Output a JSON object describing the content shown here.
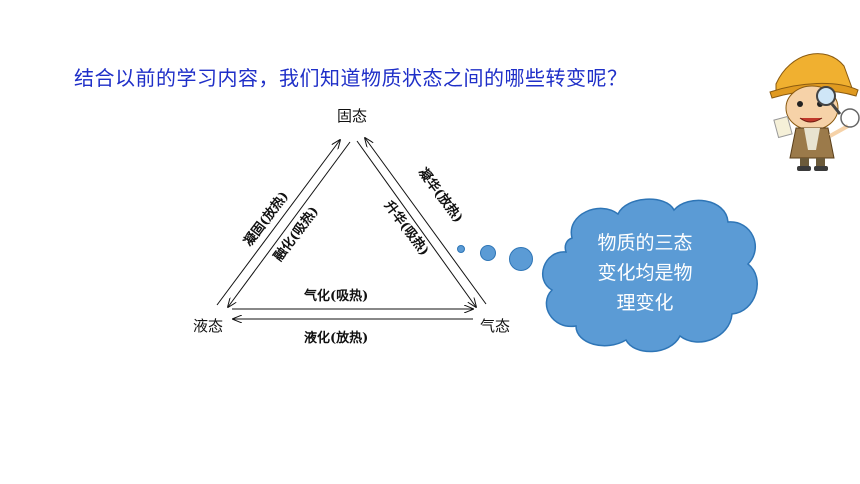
{
  "title": "结合以前的学习内容，我们知道物质状态之间的哪些转变呢？",
  "states": {
    "solid": "固态",
    "liquid": "液态",
    "gas": "气态"
  },
  "transitions": {
    "solidification": "凝固(放热)",
    "melting": "融化(吸热)",
    "deposition": "凝华(放热)",
    "sublimation": "升华(吸热)",
    "vaporization": "气化(吸热)",
    "liquefaction": "液化(放热)"
  },
  "thought_bubble": {
    "lines": [
      "物质的三态",
      "变化均是物",
      "理变化"
    ]
  },
  "colors": {
    "title": "#1f2fc8",
    "cloud_fill": "#5b9bd5",
    "cloud_stroke": "#2e75b6"
  },
  "icons": [
    "cartoon-explorer-icon"
  ]
}
